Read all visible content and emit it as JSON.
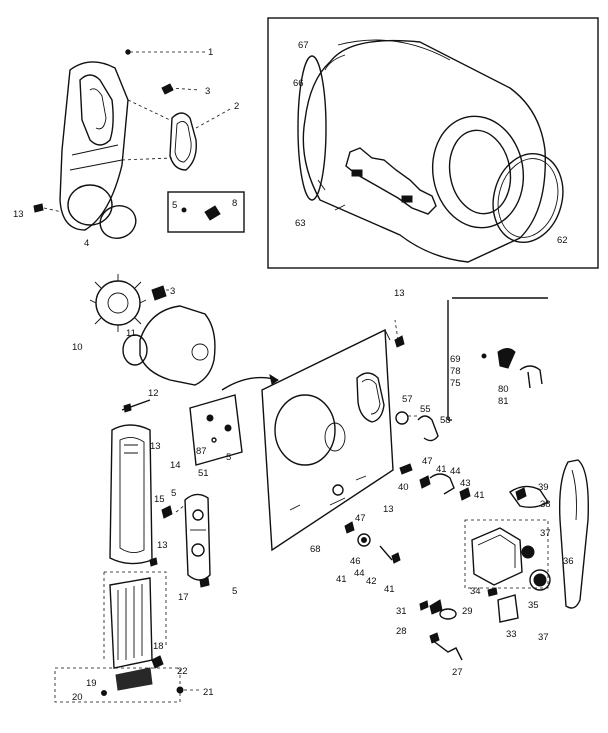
{
  "callouts": [
    {
      "id": "c1",
      "text": "1"
    },
    {
      "id": "c3a",
      "text": "3"
    },
    {
      "id": "c2",
      "text": "2"
    },
    {
      "id": "c13a",
      "text": "13"
    },
    {
      "id": "c4",
      "text": "4"
    },
    {
      "id": "c5a",
      "text": "5"
    },
    {
      "id": "c8",
      "text": "8"
    },
    {
      "id": "c67",
      "text": "67"
    },
    {
      "id": "c66",
      "text": "66"
    },
    {
      "id": "c63",
      "text": "63"
    },
    {
      "id": "c62",
      "text": "62"
    },
    {
      "id": "c3b",
      "text": "3"
    },
    {
      "id": "c10",
      "text": "10"
    },
    {
      "id": "c11",
      "text": "11"
    },
    {
      "id": "c13b",
      "text": "13"
    },
    {
      "id": "c69",
      "text": "69"
    },
    {
      "id": "c78",
      "text": "78"
    },
    {
      "id": "c75",
      "text": "75"
    },
    {
      "id": "c80",
      "text": "80"
    },
    {
      "id": "c81",
      "text": "81"
    },
    {
      "id": "c12",
      "text": "12"
    },
    {
      "id": "c57",
      "text": "57"
    },
    {
      "id": "c55",
      "text": "55"
    },
    {
      "id": "c58",
      "text": "58"
    },
    {
      "id": "c13c",
      "text": "13"
    },
    {
      "id": "c14",
      "text": "14"
    },
    {
      "id": "c87",
      "text": "87"
    },
    {
      "id": "c5b",
      "text": "5"
    },
    {
      "id": "c51",
      "text": "51"
    },
    {
      "id": "c47a",
      "text": "47"
    },
    {
      "id": "c41a",
      "text": "41"
    },
    {
      "id": "c44a",
      "text": "44"
    },
    {
      "id": "c40",
      "text": "40"
    },
    {
      "id": "c43",
      "text": "43"
    },
    {
      "id": "c41b",
      "text": "41"
    },
    {
      "id": "c39",
      "text": "39"
    },
    {
      "id": "c38",
      "text": "38"
    },
    {
      "id": "c15",
      "text": "15"
    },
    {
      "id": "c5c",
      "text": "5"
    },
    {
      "id": "c13d",
      "text": "13"
    },
    {
      "id": "c13e",
      "text": "13"
    },
    {
      "id": "c47b",
      "text": "47"
    },
    {
      "id": "c37a",
      "text": "37"
    },
    {
      "id": "c68",
      "text": "68"
    },
    {
      "id": "c46",
      "text": "46"
    },
    {
      "id": "c44b",
      "text": "44"
    },
    {
      "id": "c41c",
      "text": "41"
    },
    {
      "id": "c42",
      "text": "42"
    },
    {
      "id": "c41d",
      "text": "41"
    },
    {
      "id": "c36",
      "text": "36"
    },
    {
      "id": "c34",
      "text": "34"
    },
    {
      "id": "c35",
      "text": "35"
    },
    {
      "id": "c17",
      "text": "17"
    },
    {
      "id": "c5d",
      "text": "5"
    },
    {
      "id": "c31",
      "text": "31"
    },
    {
      "id": "c29",
      "text": "29"
    },
    {
      "id": "c28",
      "text": "28"
    },
    {
      "id": "c33",
      "text": "33"
    },
    {
      "id": "c37b",
      "text": "37"
    },
    {
      "id": "c18",
      "text": "18"
    },
    {
      "id": "c22",
      "text": "22"
    },
    {
      "id": "c19",
      "text": "19"
    },
    {
      "id": "c27",
      "text": "27"
    },
    {
      "id": "c20",
      "text": "20"
    },
    {
      "id": "c21",
      "text": "21"
    }
  ]
}
